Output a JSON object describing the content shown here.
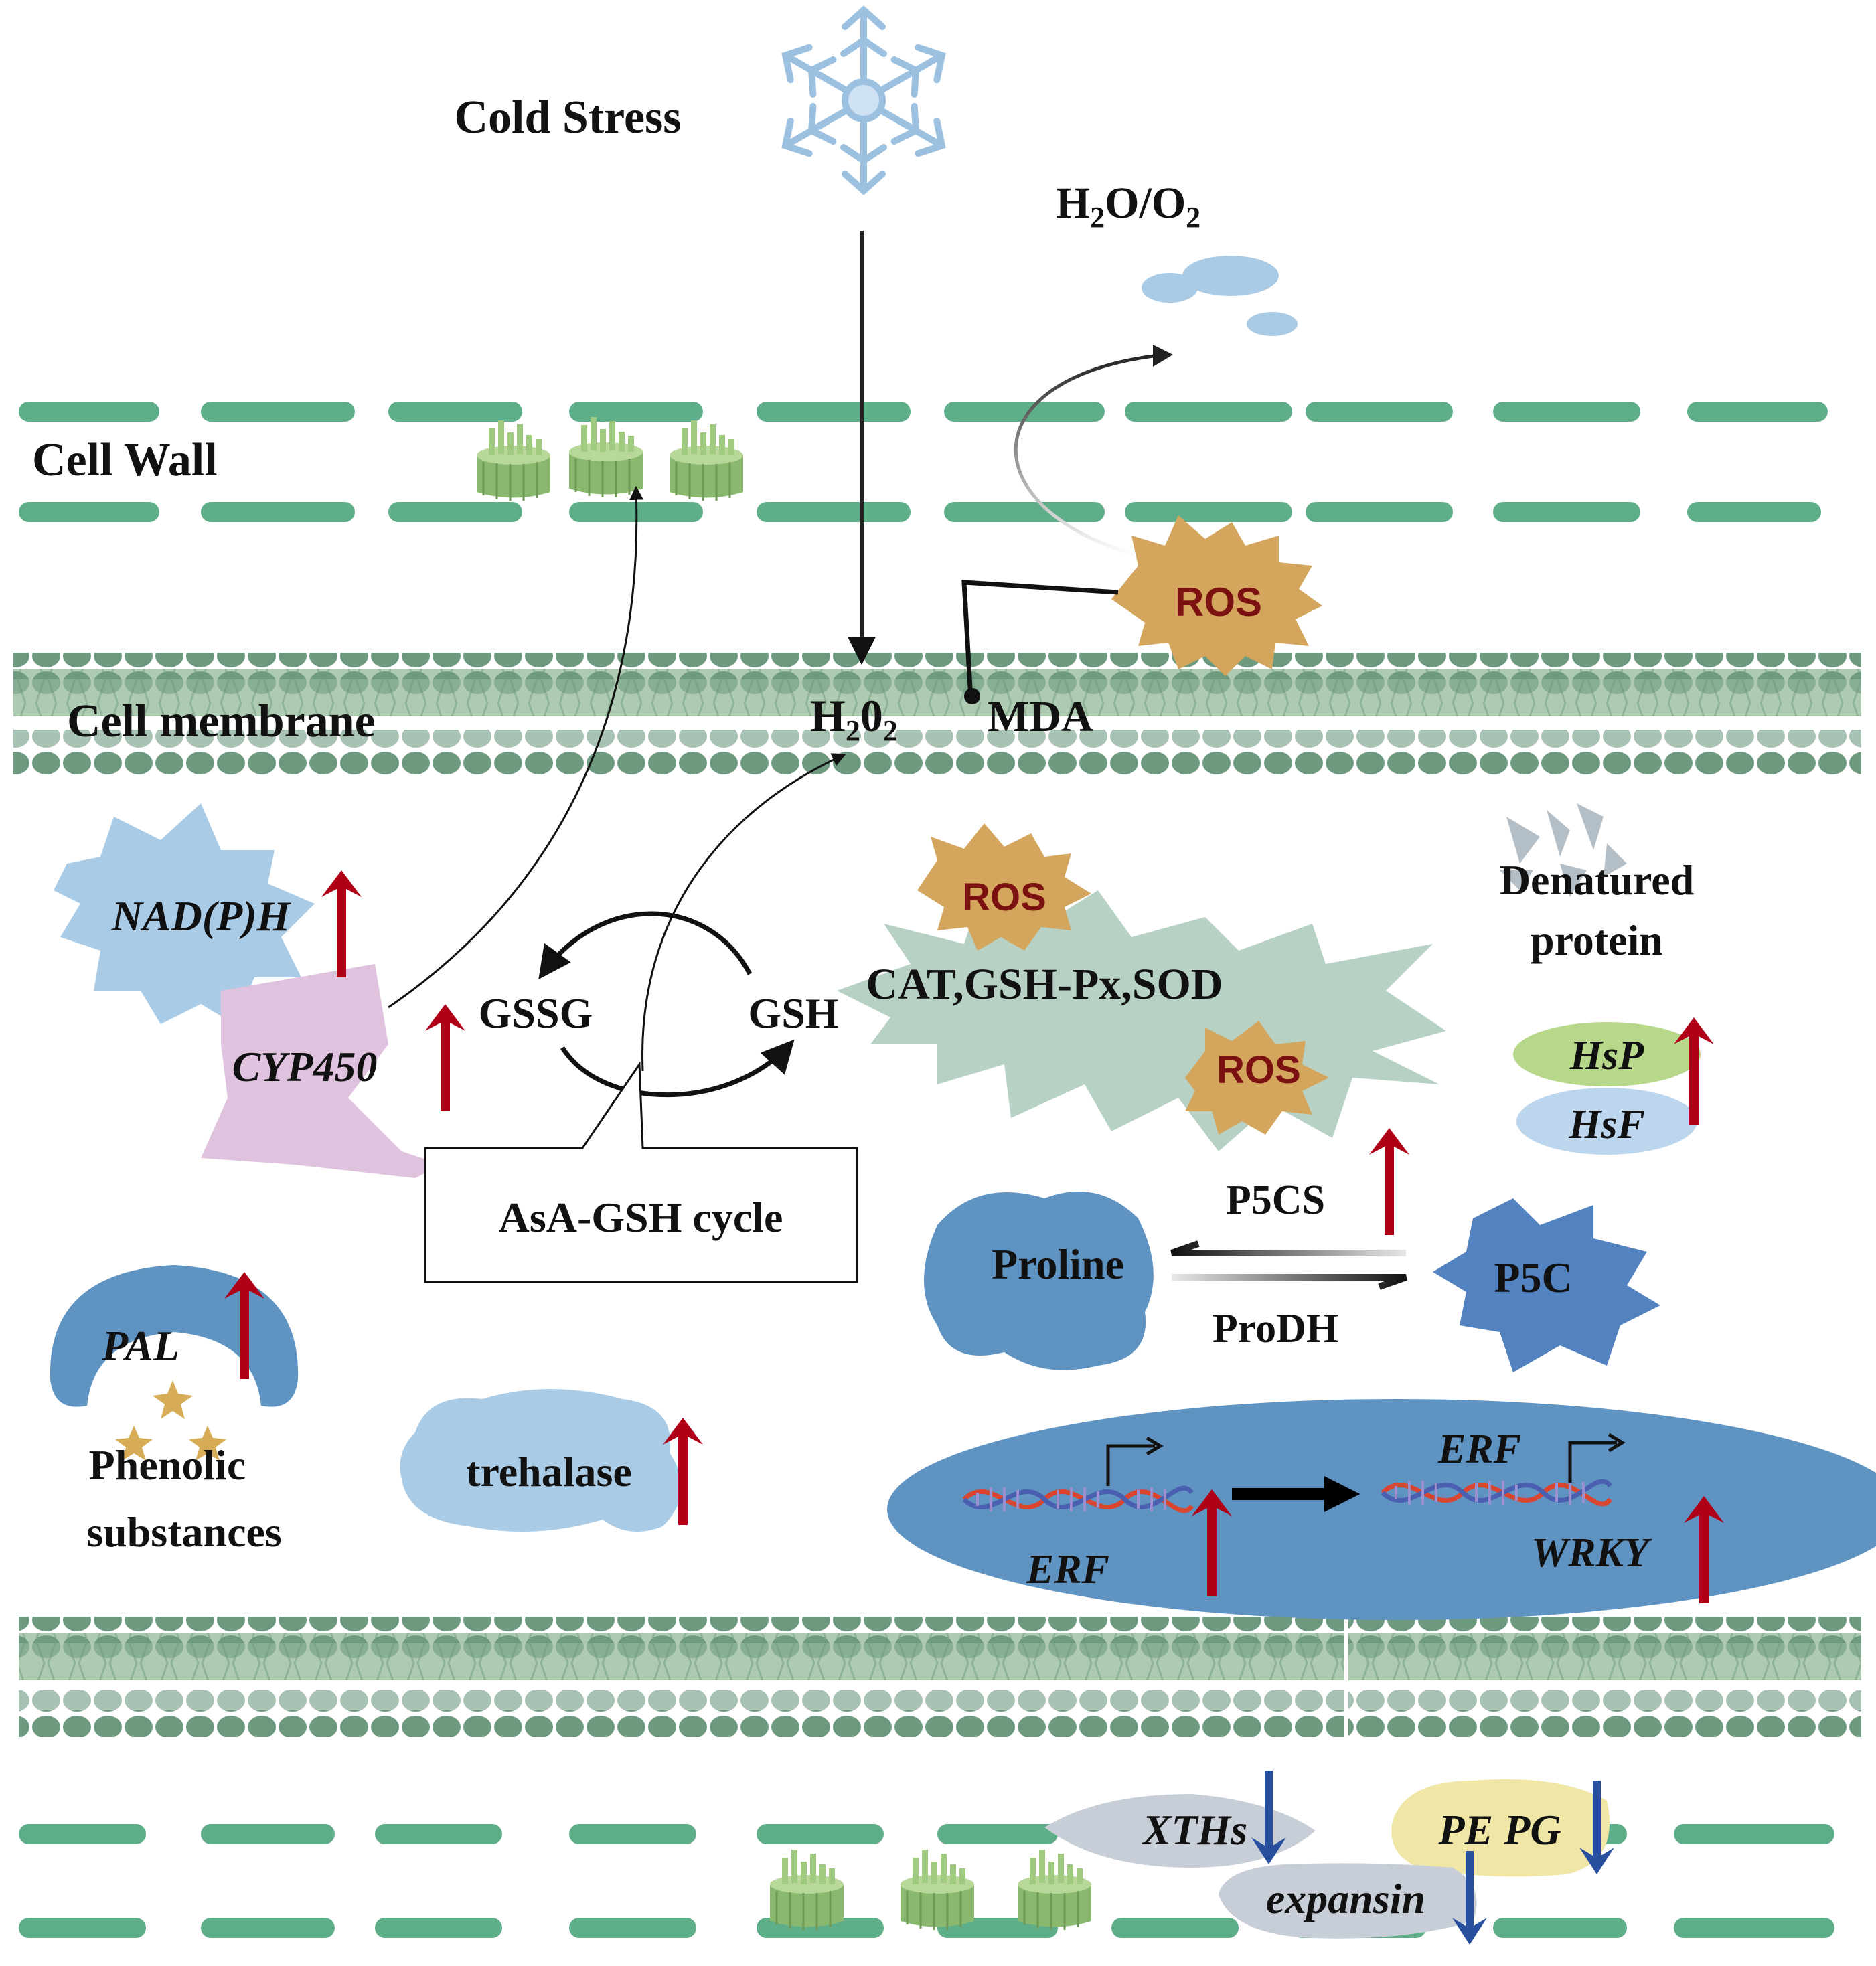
{
  "colors": {
    "wall_dash": "#5fae8a",
    "membrane_bead": "#6e9a80",
    "membrane_fill": "#a9c8ae",
    "ros_blob": "#d4a55c",
    "ros_text": "#7b1111",
    "up_arrow": "#b00018",
    "down_arrow": "#274f9e",
    "nucleus": "#5f93c2",
    "snowflake": "#9cc0e0"
  },
  "icons": {
    "snowflake": "snowflake-icon",
    "up": "red-up-arrow-icon",
    "down": "blue-down-arrow-icon",
    "dna": "dna-helix-icon",
    "promoter": "promoter-bent-arrow-icon",
    "cellulose": "cellulose-bundle-icon"
  },
  "labels": {
    "cold_stress": "Cold Stress",
    "h2o_o2": {
      "a": "H",
      "b": "2",
      "c": "O/O",
      "d": "2"
    },
    "cell_wall": "Cell Wall",
    "cell_membrane": "Cell membrane",
    "h2o2": {
      "a": "H",
      "b": "2",
      "c": "0",
      "d": "2"
    },
    "mda": "MDA",
    "ros": "ROS",
    "nadph": "NAD(P)H",
    "cyp450": "CYP450",
    "gssg": "GSSG",
    "gsh": "GSH",
    "asa_gsh_cycle": "AsA-GSH cycle",
    "antioxidant_enzymes": "CAT,GSH-Px,SOD",
    "denatured_protein": [
      "Denatured",
      "protein"
    ],
    "hsp": "HsP",
    "hsf": "HsF",
    "p5cs": "P5CS",
    "proline": "Proline",
    "p5c": "P5C",
    "prodh": "ProDH",
    "pal": "PAL",
    "phenolic": [
      "Phenolic",
      "substances"
    ],
    "trehalase": "trehalase",
    "erf": "ERF",
    "wrky": "WRKY",
    "xths": "XTHs",
    "expansin": "expansin",
    "pe_pg": "PE PG"
  }
}
